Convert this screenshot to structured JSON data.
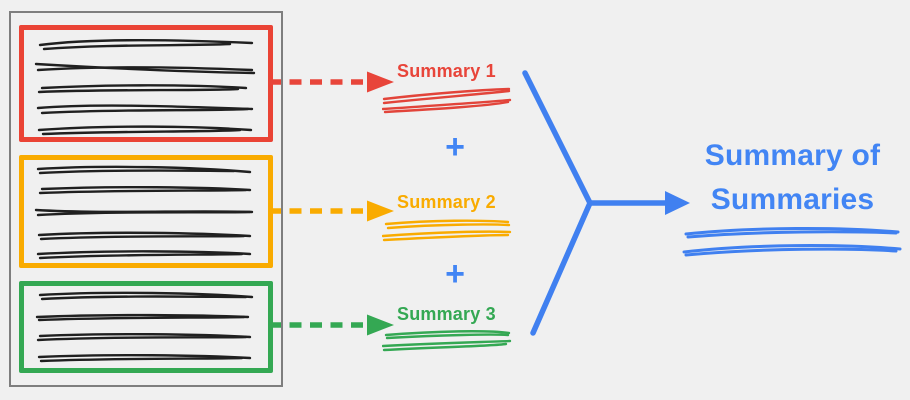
{
  "diagram": {
    "background": "#f0f0f0",
    "source_document": {
      "border_color": "#7e7e7e",
      "text_color": "#202020",
      "chunks": [
        {
          "name": "chunk-1",
          "color": "#ea4335",
          "text_lines": 5
        },
        {
          "name": "chunk-2",
          "color": "#f9ab00",
          "text_lines": 5
        },
        {
          "name": "chunk-3",
          "color": "#34a853",
          "text_lines": 4
        }
      ]
    },
    "summaries": [
      {
        "label": "Summary 1",
        "color": "#ea4335"
      },
      {
        "label": "Summary 2",
        "color": "#f9ab00"
      },
      {
        "label": "Summary 3",
        "color": "#34a853"
      }
    ],
    "operators": {
      "plus": "+",
      "color": "#4285f4"
    },
    "result": {
      "line1": "Summary of",
      "line2": "Summaries",
      "color": "#4285f4"
    }
  }
}
